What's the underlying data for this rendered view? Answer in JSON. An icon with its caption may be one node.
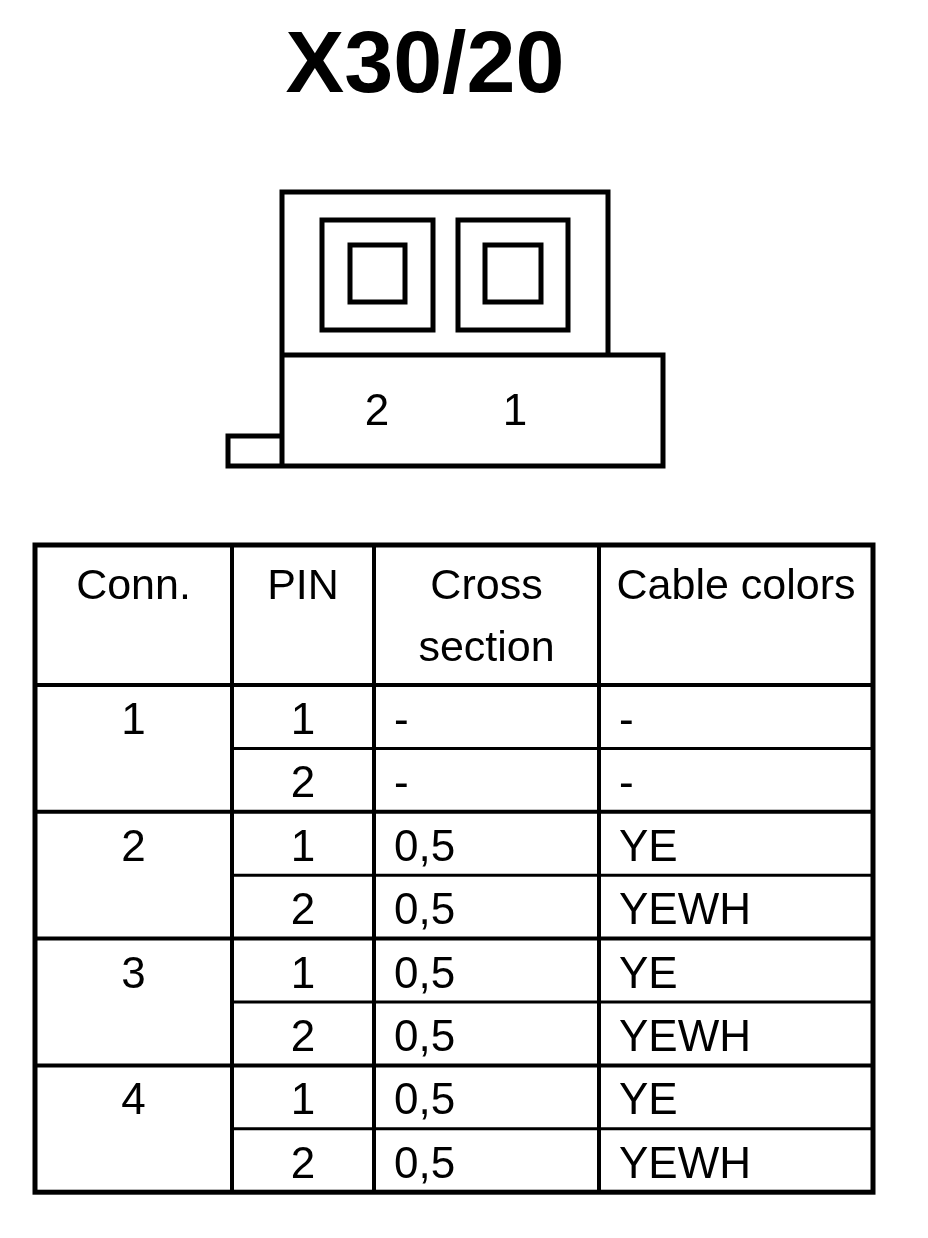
{
  "diagram": {
    "title": "X30/20",
    "labels": [
      "2",
      "1",
      "Conn.",
      "PIN",
      "Cross section",
      "Cable colors",
      "1",
      "1",
      "-",
      "-",
      "2",
      "-",
      "-",
      "2",
      "1",
      "0,5",
      "YE",
      "2",
      "0,5",
      "YEWH",
      "3",
      "1",
      "0,5",
      "YE",
      "2",
      "0,5",
      "YEWH",
      "4",
      "1",
      "0,5",
      "YE",
      "2",
      "0,5",
      "YEWH"
    ]
  }
}
